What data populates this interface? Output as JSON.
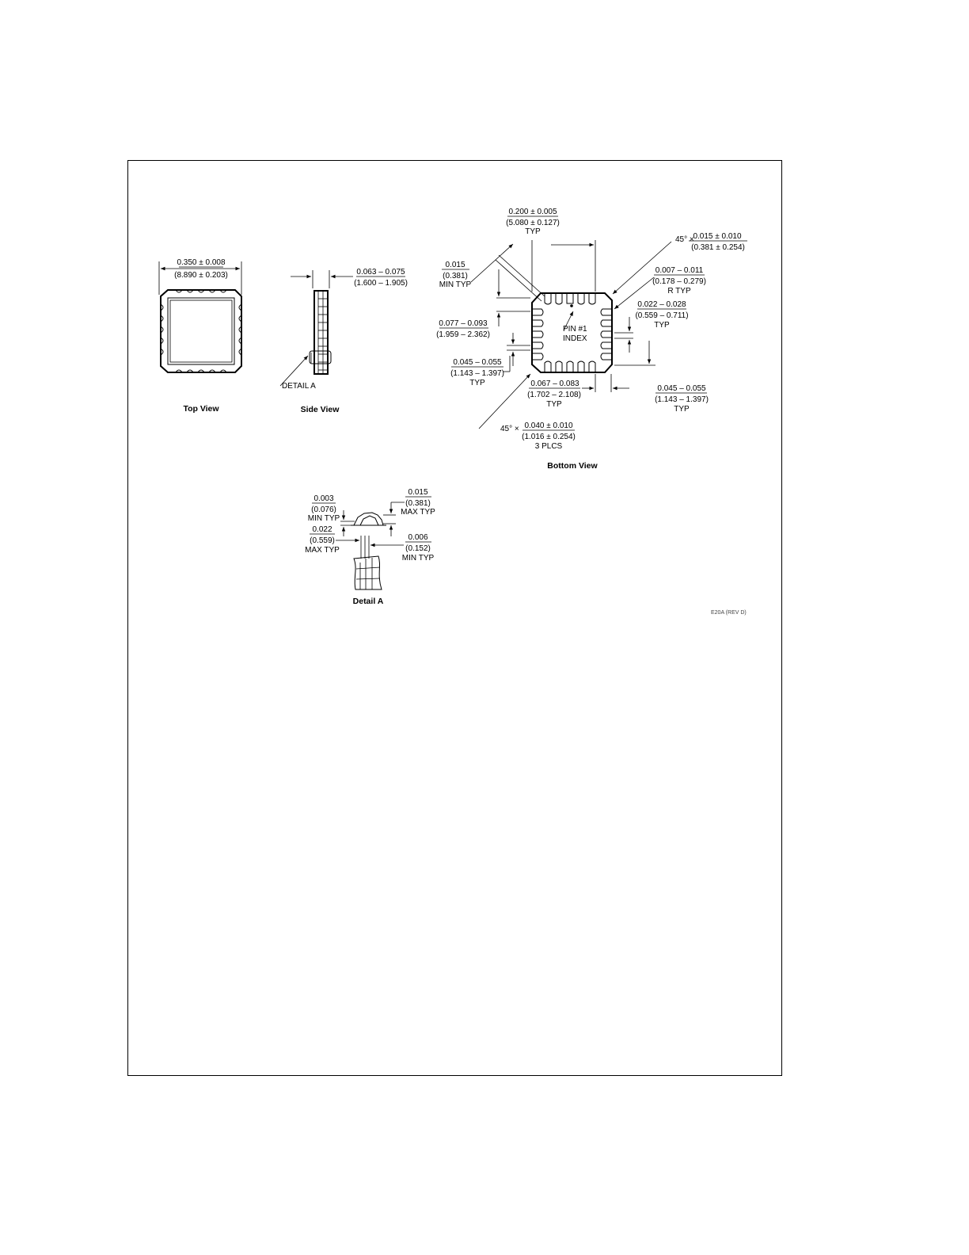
{
  "views": {
    "top": {
      "title": "Top View",
      "width_in": "0.350 ± 0.008",
      "width_mm": "(8.890 ± 0.203)"
    },
    "side": {
      "title": "Side View",
      "height_in": "0.063 – 0.075",
      "height_mm": "(1.600 – 1.905)",
      "detail_callout": "DETAIL A"
    },
    "bottom": {
      "title": "Bottom View",
      "pitch_in": "0.200 ± 0.005",
      "pitch_mm": "(5.080 ± 0.127)",
      "pitch_note": "TYP",
      "chamfer_prefix": "45° ×",
      "chamfer_in": "0.015 ± 0.010",
      "chamfer_mm": "(0.381 ± 0.254)",
      "radius_in": "0.007 – 0.011",
      "radius_mm": "(0.178 – 0.279)",
      "radius_note": "R TYP",
      "pad_width_in": "0.022 – 0.028",
      "pad_width_mm": "(0.559 – 0.711)",
      "pad_width_note": "TYP",
      "min_in": "0.015",
      "min_mm": "(0.381)",
      "min_note": "MIN TYP",
      "pad_len_in": "0.077 – 0.093",
      "pad_len_mm": "(1.959 – 2.362)",
      "pin_index_1": "PIN #1",
      "pin_index_2": "INDEX",
      "pitch_side_in": "0.045 – 0.055",
      "pitch_side_mm": "(1.143 – 1.397)",
      "pitch_side_note": "TYP",
      "corner_pad_in": "0.067 – 0.083",
      "corner_pad_mm": "(1.702 – 2.108)",
      "corner_pad_note": "TYP",
      "pitch_right_in": "0.045 – 0.055",
      "pitch_right_mm": "(1.143 – 1.397)",
      "pitch_right_note": "TYP",
      "index_chamfer_prefix": "45° ×",
      "index_chamfer_in": "0.040 ± 0.010",
      "index_chamfer_mm": "(1.016 ± 0.254)",
      "index_chamfer_note": "3 PLCS"
    },
    "detail": {
      "title": "Detail A",
      "a_in": "0.003",
      "a_mm": "(0.076)",
      "a_note": "MIN TYP",
      "b_in": "0.015",
      "b_mm": "(0.381)",
      "b_note": "MAX TYP",
      "c_in": "0.022",
      "c_mm": "(0.559)",
      "c_note": "MAX TYP",
      "d_in": "0.006",
      "d_mm": "(0.152)",
      "d_note": "MIN TYP"
    }
  },
  "revision": "E20A (REV D)"
}
